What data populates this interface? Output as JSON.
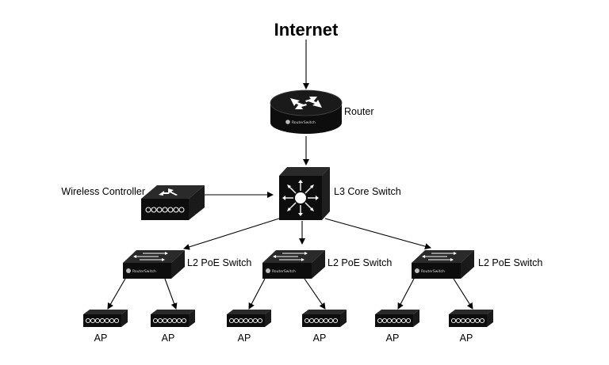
{
  "title": "Internet",
  "router": {
    "label": "Router",
    "brand": "RouterSwitch"
  },
  "core_switch": {
    "label": "L3 Core Switch"
  },
  "wireless_controller": {
    "label": "Wireless Controller"
  },
  "poe_switches": [
    {
      "label": "L2 PoE Switch",
      "brand": "RouterSwitch"
    },
    {
      "label": "L2 PoE Switch",
      "brand": "RouterSwitch"
    },
    {
      "label": "L2 PoE Switch",
      "brand": "RouterSwitch"
    }
  ],
  "access_points": [
    {
      "label": "AP"
    },
    {
      "label": "AP"
    },
    {
      "label": "AP"
    },
    {
      "label": "AP"
    },
    {
      "label": "AP"
    },
    {
      "label": "AP"
    }
  ],
  "colors": {
    "device_fill": "#0d0d0d",
    "line": "#000000"
  }
}
